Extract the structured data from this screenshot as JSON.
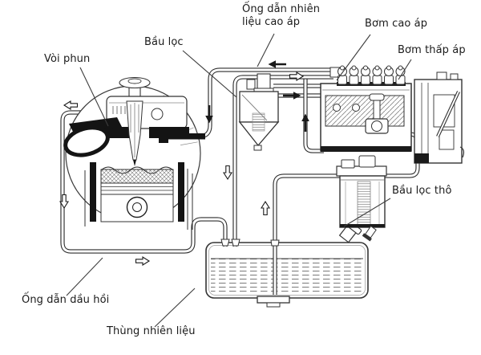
{
  "labels": {
    "voi_phun": "Vòi phun",
    "bau_loc": "Bầu lọc",
    "ong_dan_nhien_lieu_cao_ap": "Ống dẫn nhiên liệu cao áp",
    "bom_cao_ap": "Bơm cao áp",
    "bom_thap_ap": "Bơm thấp áp",
    "bau_loc_tho": "Bầu lọc thô",
    "ong_dan_dau_hoi": "Ống dẫn dầu hồi",
    "thung_nhien_lieu": "Thùng nhiên liệu"
  },
  "colors": {
    "ink": "#1a1a1a",
    "background": "#ffffff"
  }
}
